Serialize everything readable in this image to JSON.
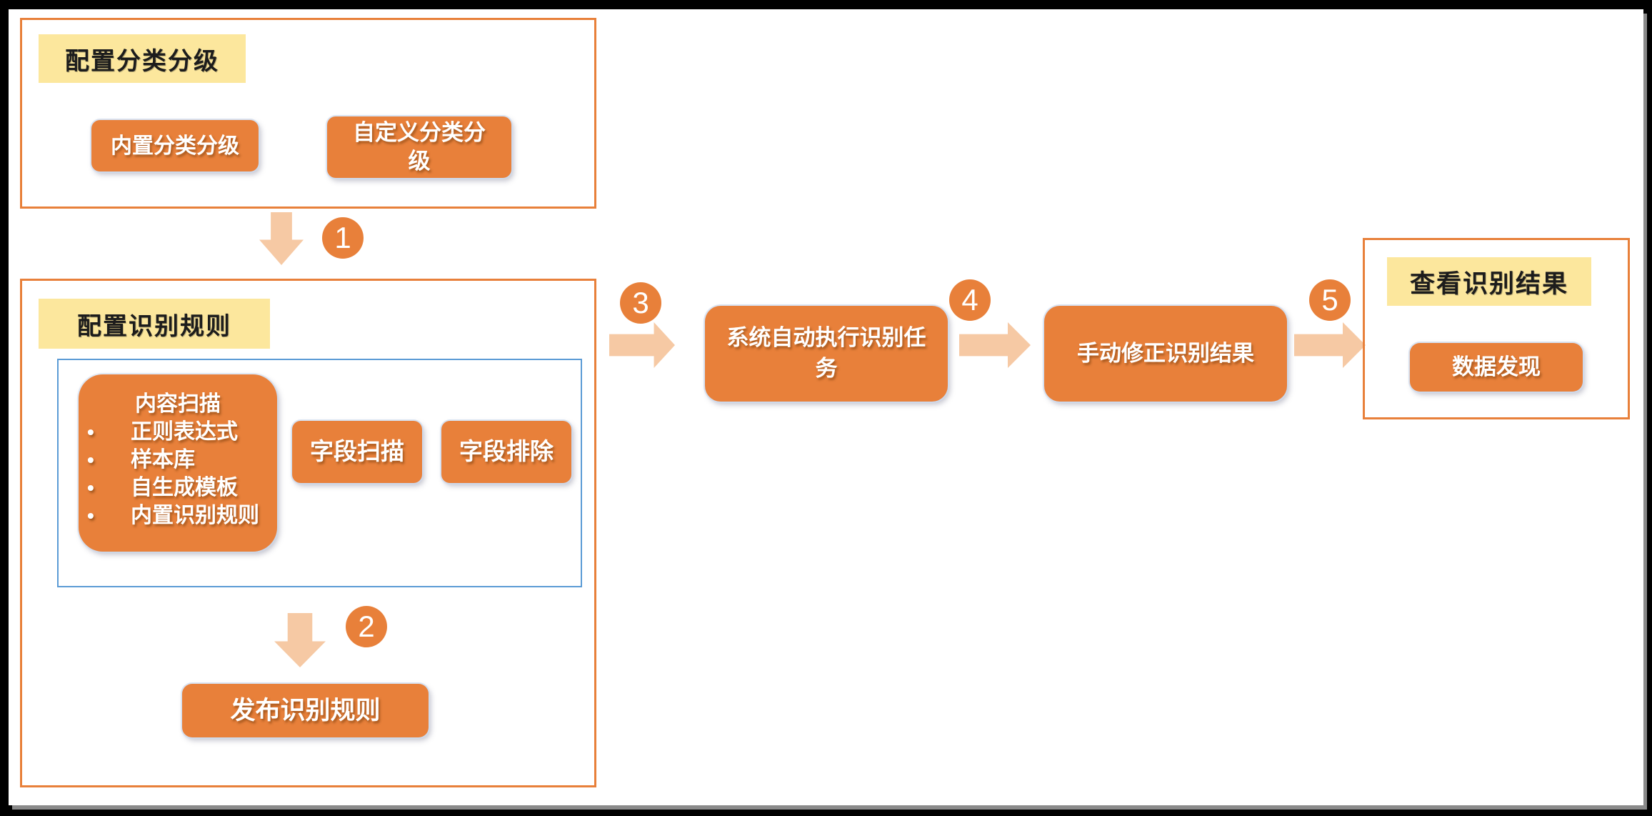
{
  "colors": {
    "frame": "#000000",
    "canvas": "#ffffff",
    "orange": "#e8803a",
    "arrow": "#f6c9a4",
    "yellow": "#fce79d",
    "blue": "#5b9bd5",
    "ink": "#1c1c1c"
  },
  "steps": [
    "1",
    "2",
    "3",
    "4",
    "5"
  ],
  "stage1": {
    "title": "配置分类分级",
    "builtin_button": "内置分类分级",
    "custom_button": "自定义分类分级"
  },
  "stage2": {
    "title": "配置识别规则",
    "content_scan": {
      "title": "内容扫描",
      "bullets": [
        "正则表达式",
        "样本库",
        "自生成模板",
        "内置识别规则"
      ]
    },
    "field_scan_button": "字段扫描",
    "field_exclude_button": "字段排除",
    "publish_button": "发布识别规则"
  },
  "flow": {
    "auto_task_box": "系统自动执行识别任务",
    "manual_fix_box": "手动修正识别结果"
  },
  "stage3": {
    "title": "查看识别结果",
    "discover_button": "数据发现"
  }
}
